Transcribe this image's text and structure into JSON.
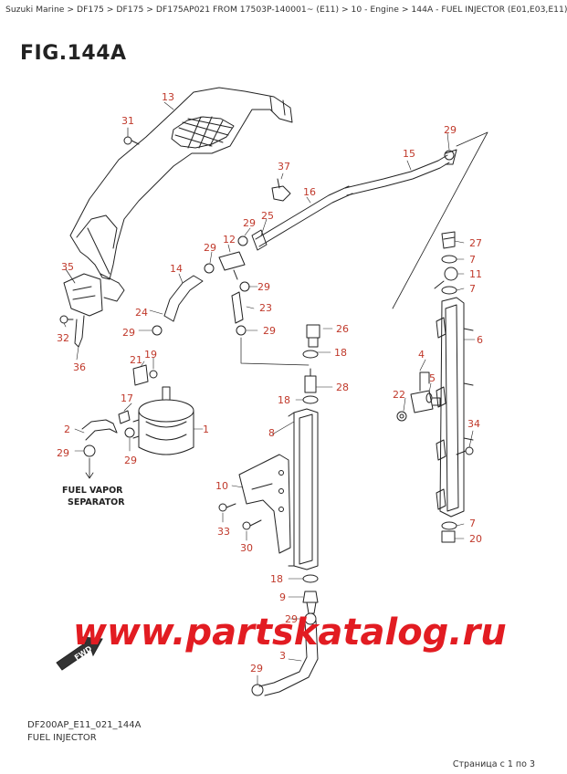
{
  "breadcrumb": "Suzuki Marine > DF175 > DF175 > DF175AP021 FROM 17503P-140001~ (E11) > 10 - Engine > 144A - FUEL INJECTOR (E01,E03,E11)",
  "figure_title": "FIG.144A",
  "separator_label": [
    "FUEL VAPOR",
    "SEPARATOR"
  ],
  "fwd_label": "FWD",
  "watermark": "www.partskatalog.ru",
  "footer": {
    "code": "DF200AP_E11_021_144A",
    "name": "FUEL INJECTOR"
  },
  "pager": "Страница с 1 по 3",
  "callouts": [
    {
      "id": "c13",
      "text": "13"
    },
    {
      "id": "c31",
      "text": "31"
    },
    {
      "id": "c29a",
      "text": "29"
    },
    {
      "id": "c15",
      "text": "15"
    },
    {
      "id": "c37",
      "text": "37"
    },
    {
      "id": "c16",
      "text": "16"
    },
    {
      "id": "c25",
      "text": "25"
    },
    {
      "id": "c29b",
      "text": "29"
    },
    {
      "id": "c12",
      "text": "12"
    },
    {
      "id": "c29c",
      "text": "29"
    },
    {
      "id": "c27",
      "text": "27"
    },
    {
      "id": "c7a",
      "text": "7"
    },
    {
      "id": "c11",
      "text": "11"
    },
    {
      "id": "c7b",
      "text": "7"
    },
    {
      "id": "c35",
      "text": "35"
    },
    {
      "id": "c14",
      "text": "14"
    },
    {
      "id": "c29d",
      "text": "29"
    },
    {
      "id": "c23",
      "text": "23"
    },
    {
      "id": "c24",
      "text": "24"
    },
    {
      "id": "c29e",
      "text": "29"
    },
    {
      "id": "c26",
      "text": "26"
    },
    {
      "id": "c29f",
      "text": "29"
    },
    {
      "id": "c32",
      "text": "32"
    },
    {
      "id": "c6",
      "text": "6"
    },
    {
      "id": "c18a",
      "text": "18"
    },
    {
      "id": "c36",
      "text": "36"
    },
    {
      "id": "c21",
      "text": "21"
    },
    {
      "id": "c19",
      "text": "19"
    },
    {
      "id": "c4",
      "text": "4"
    },
    {
      "id": "c5",
      "text": "5"
    },
    {
      "id": "c28",
      "text": "28"
    },
    {
      "id": "c22",
      "text": "22"
    },
    {
      "id": "c17",
      "text": "17"
    },
    {
      "id": "c18b",
      "text": "18"
    },
    {
      "id": "c2",
      "text": "2"
    },
    {
      "id": "c1",
      "text": "1"
    },
    {
      "id": "c8",
      "text": "8"
    },
    {
      "id": "c34",
      "text": "34"
    },
    {
      "id": "c29g",
      "text": "29"
    },
    {
      "id": "c29h",
      "text": "29"
    },
    {
      "id": "c10",
      "text": "10"
    },
    {
      "id": "c33",
      "text": "33"
    },
    {
      "id": "c30",
      "text": "30"
    },
    {
      "id": "c7c",
      "text": "7"
    },
    {
      "id": "c20",
      "text": "20"
    },
    {
      "id": "c18c",
      "text": "18"
    },
    {
      "id": "c9",
      "text": "9"
    },
    {
      "id": "c29i",
      "text": "29"
    },
    {
      "id": "c3",
      "text": "3"
    },
    {
      "id": "c29j",
      "text": "29"
    }
  ]
}
